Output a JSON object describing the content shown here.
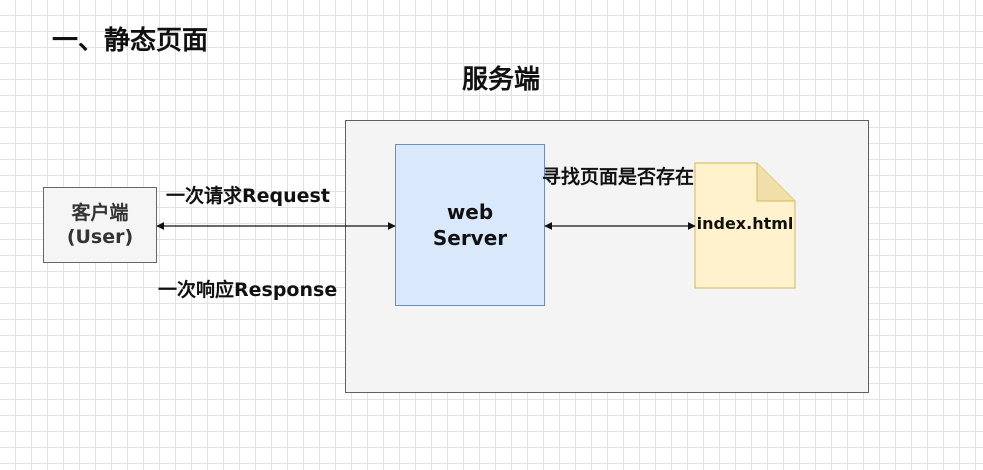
{
  "heading": "一、静态页面",
  "server_title": "服务端",
  "client": {
    "line1": "客户端",
    "line2": "(User)"
  },
  "web_server": {
    "line1": "web",
    "line2": "Server"
  },
  "labels": {
    "request": "一次请求Request",
    "response": "一次响应Response",
    "find_page": "寻找页面是否存在"
  },
  "file": {
    "name": "index.html"
  },
  "colors": {
    "web_server_fill": "#dae8fc",
    "web_server_stroke": "#6c8ebf",
    "file_fill": "#fff2cc",
    "file_stroke": "#d6b656",
    "server_fill": "#f4f4f4"
  }
}
